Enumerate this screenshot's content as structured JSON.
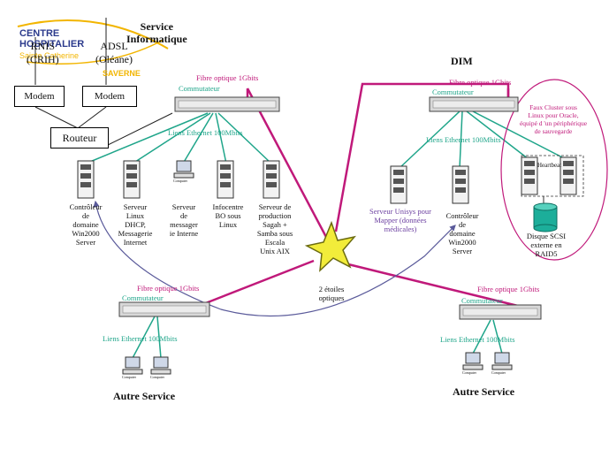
{
  "logo": {
    "line1": "CENTRE",
    "line2": "HOSPITALIER",
    "line3": "Sainte Catherine",
    "line4": "SAVERNE",
    "colors": {
      "navy": "#2b3a8c",
      "gold": "#f2b500"
    }
  },
  "header": {
    "service_informatique": "Service\nInformatique",
    "rnis": "RNIS\n(CRIH)",
    "adsl": "ADSL\n(Oléane)",
    "modem": "Modem",
    "routeur": "Routeur",
    "dim": "DIM"
  },
  "links": {
    "fibre": "Fibre optique 1Gbits",
    "commutateur": "Commutateur",
    "ethernet": "Liens Ethernet 100Mbits",
    "computer": "Computer"
  },
  "left_servers": [
    {
      "label": "Contrôleur\nde\ndomaine\nWin2000\nServer"
    },
    {
      "label": "Serveur\nLinux\nDHCP,\nMessagerie\nInternet"
    },
    {
      "label": "Serveur\nde\nmessager\nie Interne"
    },
    {
      "label": "Infocentre\nBO sous\nLinux"
    },
    {
      "label": "Serveur de\nproduction\nSagah +\nSamba sous\nEscala\nUnix AIX"
    }
  ],
  "right_servers": [
    {
      "label": "Serveur Unisys pour\nMapper (données\nmédicales)"
    },
    {
      "label": "Contrôleur\nde\ndomaine\nWin2000\nServer"
    }
  ],
  "cluster": {
    "note": "Faux Cluster sous\nLinux pour Oracle,\néquipé d 'un périphérique\nde sauvegarde",
    "heartbeat": "Heartbeat",
    "disk": "Disque SCSI\nexterne en\nRAID5"
  },
  "star": {
    "label": "2 étoiles\noptiques"
  },
  "autre_service": "Autre Service",
  "colors": {
    "fibre": "#c0197a",
    "ethernet": "#1fa58a",
    "star_fill": "#f2ec3a",
    "star_stroke": "#6b6b10",
    "server": "#555555",
    "curve": "#5a5a9a"
  }
}
